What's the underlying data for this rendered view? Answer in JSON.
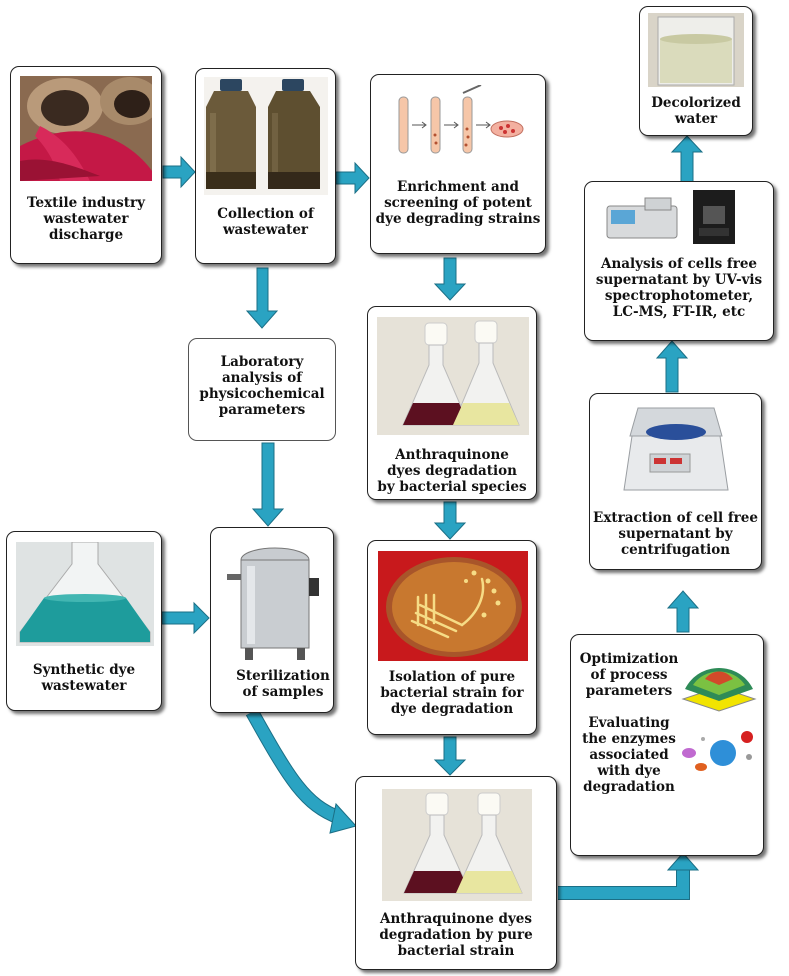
{
  "nodes": {
    "textile": "Textile industry\nwastewater\ndischarge",
    "collection": "Collection of\nwastewater",
    "enrichment": "Enrichment and\nscreening of potent\ndye degrading strains",
    "decolorized": "Decolorized\nwater",
    "analysis_cells": "Analysis of cells free\nsupernatant by UV-vis\nspectrophotometer,\nLC-MS, FT-IR, etc",
    "laboratory": "Laboratory\nanalysis of\nphysicochemical\nparameters",
    "anthraquinone_bacterial": "Anthraquinone\ndyes degradation\nby bacterial species",
    "extraction": "Extraction of cell free\nsupernatant by\ncentrifugation",
    "synthetic": "Synthetic dye\nwastewater",
    "sterilization": "Sterilization\nof samples",
    "isolation": "Isolation of pure\nbacterial strain for\ndye degradation",
    "optimization": "Optimization\nof process\nparameters",
    "evaluating": "Evaluating\nthe enzymes\nassociated\nwith dye\ndegradation",
    "anthraquinone_pure": "Anthraquinone dyes\ndegradation by pure\nbacterial strain"
  },
  "colors": {
    "arrow": "#2aa3c2",
    "arrow_edge": "#1b6f86",
    "dye_red": "#5c1020",
    "dye_yellow": "#e8e6a0",
    "dye_teal": "#1e9c9c",
    "wastewater_brown": "#5a4a2a"
  }
}
